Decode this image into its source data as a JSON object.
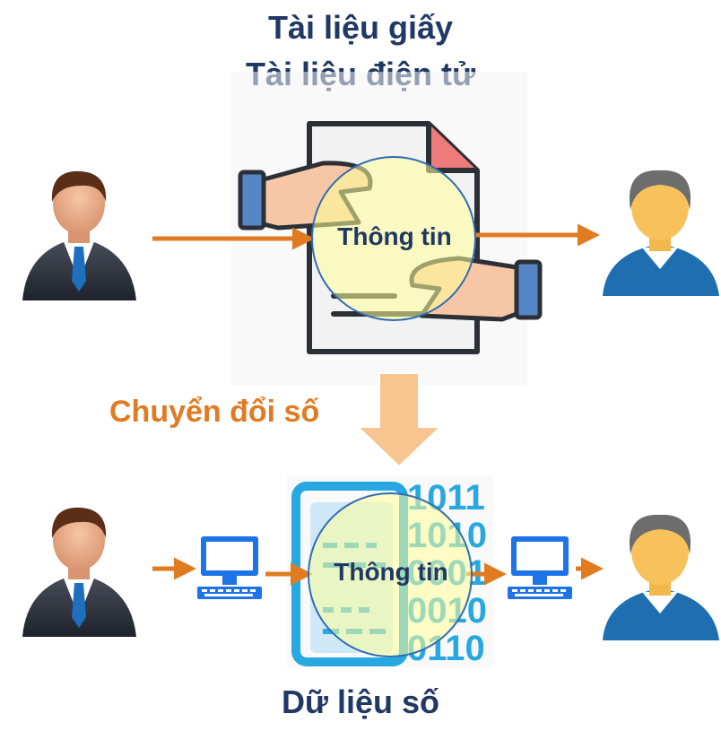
{
  "titles": {
    "paper": "Tài liệu giấy",
    "electronic": "Tài liệu điện tử",
    "digital_data": "Dữ liệu số"
  },
  "transition_label": "Chuyển đổi số",
  "info_label_top": "Thông tin",
  "info_label_bottom": "Thông tin",
  "binary_digits": [
    "1011",
    "1010",
    "0001",
    "0010",
    "0110"
  ],
  "colors": {
    "title": "#1f3864",
    "arrow": "#e07b22",
    "big_arrow": "#f8c48f",
    "lens_fill": "#ffff99",
    "lens_stroke": "#2e6db4",
    "computer": "#1e73e6",
    "code_blue": "#27a8e0"
  },
  "icons": [
    "sender-businessman-icon",
    "receiver-user-icon",
    "document-handover-icon",
    "computer-icon",
    "digital-document-icon"
  ]
}
